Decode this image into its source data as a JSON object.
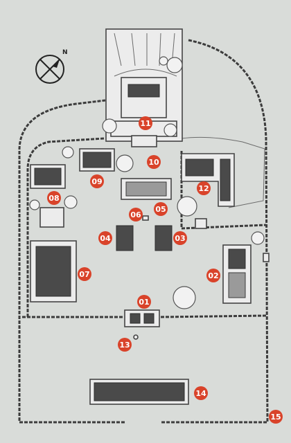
{
  "colors": {
    "paper": "#d9dcd9",
    "walls": "#3c3c3c",
    "marker": "#d9432a",
    "marker_text": "#ffffff"
  },
  "compass": {
    "icon": "north-arrow-compass",
    "label": "N"
  },
  "markers": [
    {
      "id": "m01",
      "label": "01"
    },
    {
      "id": "m02",
      "label": "02"
    },
    {
      "id": "m03",
      "label": "03"
    },
    {
      "id": "m04",
      "label": "04"
    },
    {
      "id": "m05",
      "label": "05"
    },
    {
      "id": "m06",
      "label": "06"
    },
    {
      "id": "m07",
      "label": "07"
    },
    {
      "id": "m08",
      "label": "08"
    },
    {
      "id": "m09",
      "label": "09"
    },
    {
      "id": "m10",
      "label": "10"
    },
    {
      "id": "m11",
      "label": "11"
    },
    {
      "id": "m12",
      "label": "12"
    },
    {
      "id": "m13",
      "label": "13"
    },
    {
      "id": "m14",
      "label": "14"
    },
    {
      "id": "m15",
      "label": "15"
    }
  ]
}
